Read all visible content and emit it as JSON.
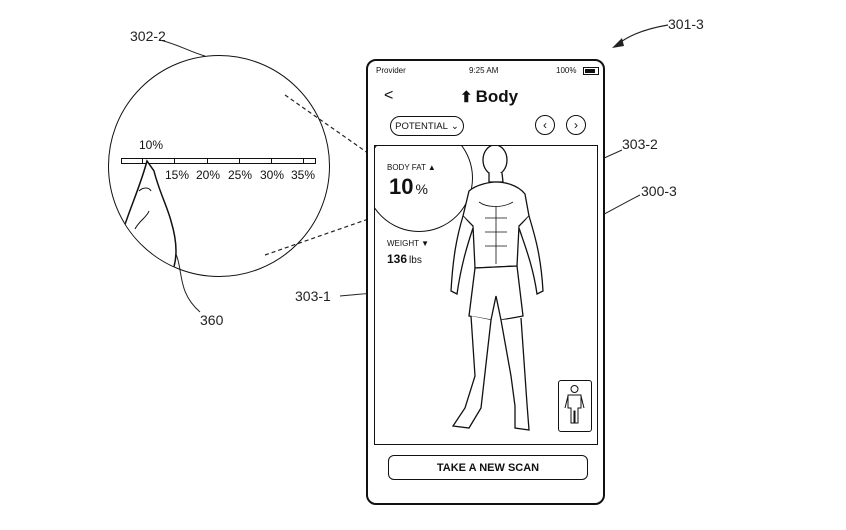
{
  "refs": {
    "figure": "301-3",
    "zoom": "302-2",
    "finger": "360",
    "panel": "303-2",
    "body_model": "300-3",
    "shorts": "303-1"
  },
  "status_bar": {
    "carrier": "Provider",
    "time": "9:25 AM",
    "battery": "100%"
  },
  "header": {
    "back": "<",
    "title": "Body",
    "title_icon": "person-icon"
  },
  "controls": {
    "potential_label": "POTENTIAL",
    "prev": "‹",
    "next": "›"
  },
  "stats": {
    "body_fat_label": "BODY FAT",
    "body_fat_value": "10",
    "body_fat_unit": "%",
    "weight_label": "WEIGHT",
    "weight_value": "136",
    "weight_unit": "lbs"
  },
  "zoom_slider": {
    "current": "10%",
    "ticks": [
      "15%",
      "20%",
      "25%",
      "30%",
      "35%"
    ]
  },
  "actions": {
    "scan_label": "TAKE A NEW SCAN"
  }
}
